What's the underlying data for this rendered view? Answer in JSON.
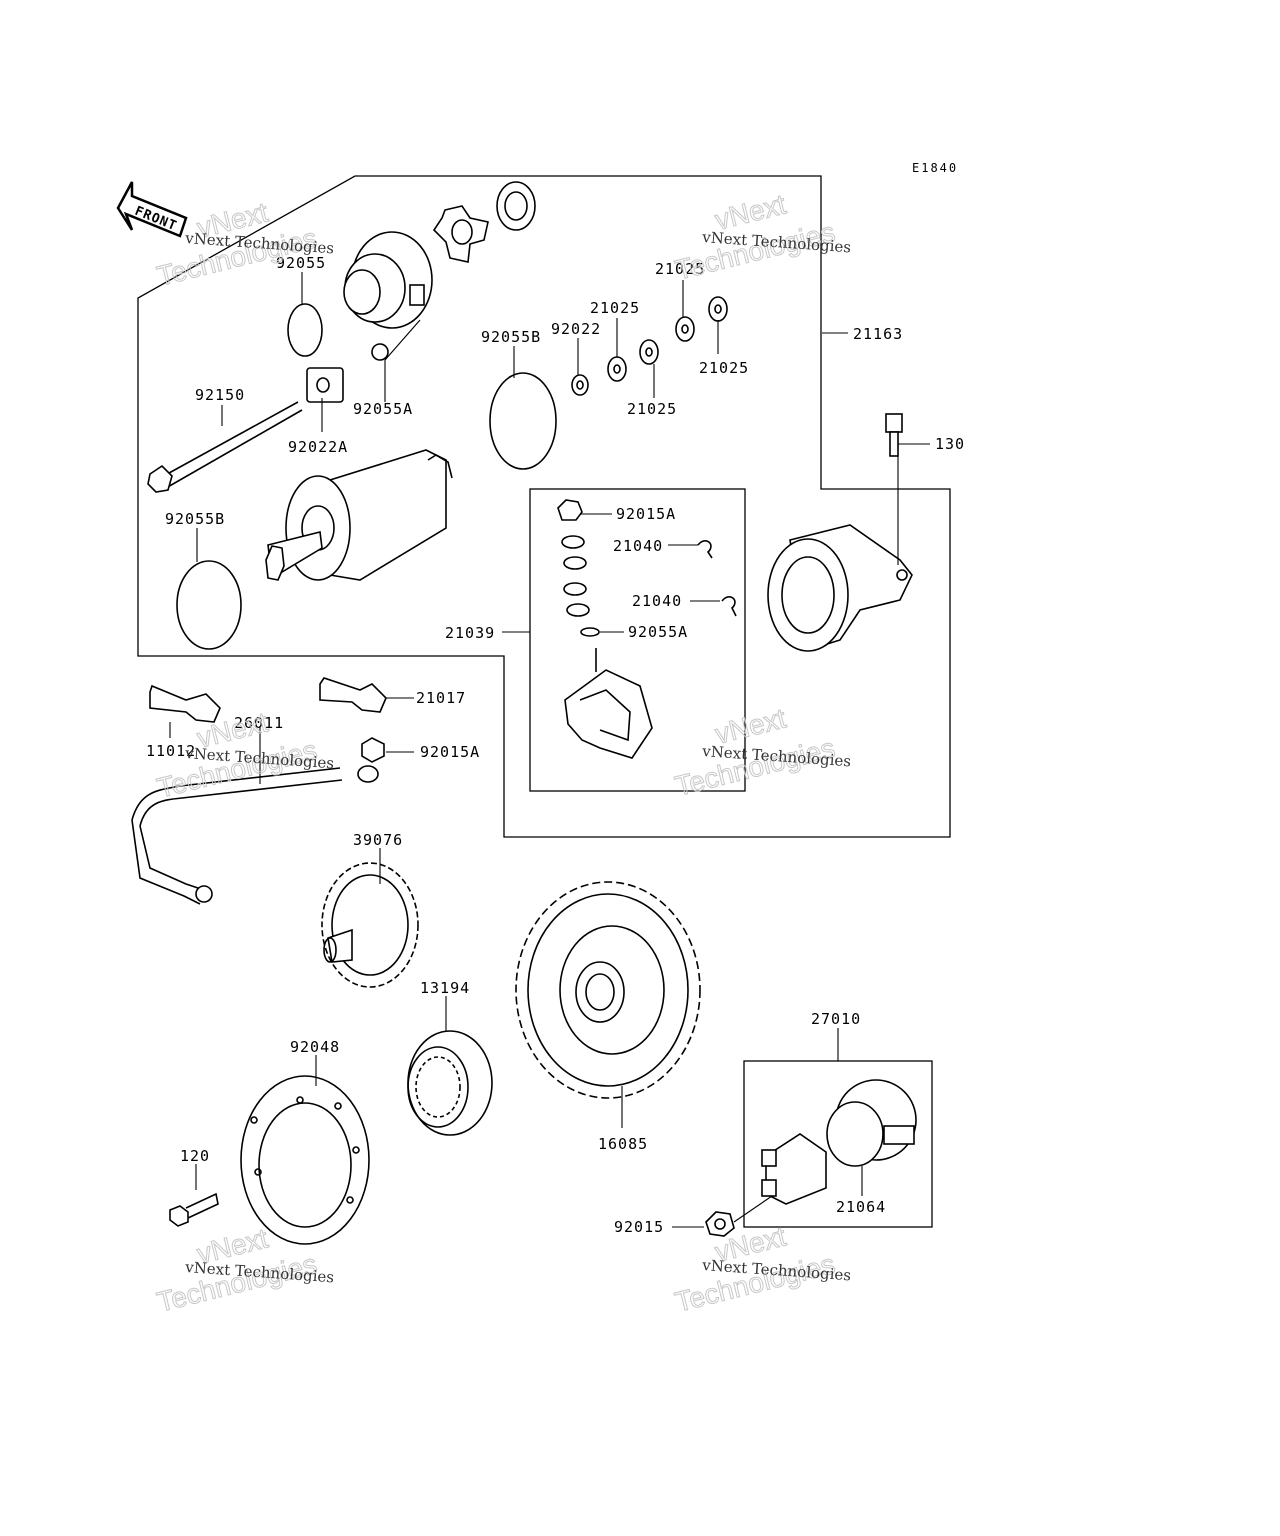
{
  "diagram": {
    "code": "E1840",
    "front_label": "FRONT",
    "watermark": {
      "line1": "vNext Technologies",
      "line2": "Technologies",
      "line3": "vNext"
    },
    "parts": {
      "p92055": "92055",
      "p92055A_top": "92055A",
      "p92022A": "92022A",
      "p92150": "92150",
      "p92055B_left": "92055B",
      "p92055B_mid": "92055B",
      "p92022": "92022",
      "p21025_a": "21025",
      "p21025_b": "21025",
      "p21025_c": "21025",
      "p21025_d": "21025",
      "p21163": "21163",
      "p130": "130",
      "p92015A_top": "92015A",
      "p21040_a": "21040",
      "p21040_b": "21040",
      "p21039": "21039",
      "p92055A_mid": "92055A",
      "p21017": "21017",
      "p11012": "11012",
      "p26011": "26011",
      "p92015A_mid": "92015A",
      "p39076": "39076",
      "p13194": "13194",
      "p92048": "92048",
      "p16085": "16085",
      "p27010": "27010",
      "p21064": "21064",
      "p120": "120",
      "p92015": "92015"
    }
  }
}
